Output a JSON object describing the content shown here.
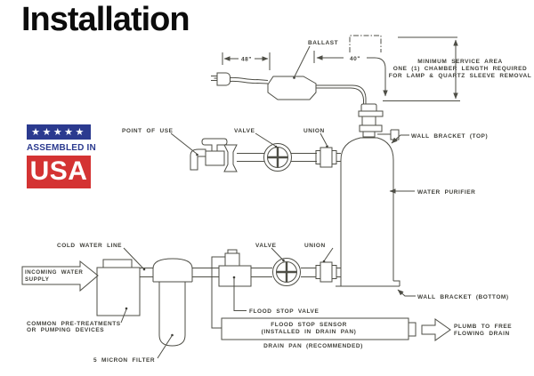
{
  "page": {
    "title": "Installation"
  },
  "badge": {
    "stars": "★★★★★",
    "assembled_in": "ASSEMBLED IN",
    "usa": "USA",
    "blue": "#2b3a8f",
    "red": "#d43333"
  },
  "diagram": {
    "line_color": "#4e4e46",
    "labels": {
      "ballast": "BALLAST",
      "dim48": "48\"",
      "dim40": "40\"",
      "service1": "MINIMUM SERVICE AREA",
      "service2": "ONE (1) CHAMBER LENGTH REQUIRED",
      "service3": "FOR LAMP & QUARTZ SLEEVE REMOVAL",
      "wall_bracket_top": "WALL BRACKET (TOP)",
      "water_purifier": "WATER PURIFIER",
      "wall_bracket_bottom": "WALL BRACKET (BOTTOM)",
      "point_of_use": "POINT OF USE",
      "valve_top": "VALVE",
      "union_top": "UNION",
      "cold_water_line": "COLD WATER LINE",
      "incoming1": "INCOMING WATER",
      "incoming2": "SUPPLY",
      "pretreat1": "COMMON PRE-TREATMENTS",
      "pretreat2": "OR PUMPING DEVICES",
      "micron_filter": "5 MICRON FILTER",
      "flood_stop_valve": "FLOOD STOP VALVE",
      "valve_bottom": "VALVE",
      "union_bottom": "UNION",
      "sensor1": "FLOOD STOP SENSOR",
      "sensor2": "(INSTALLED IN DRAIN PAN)",
      "drain_pan": "DRAIN PAN (RECOMMENDED)",
      "plumb1": "PLUMB TO FREE",
      "plumb2": "FLOWING DRAIN"
    }
  }
}
